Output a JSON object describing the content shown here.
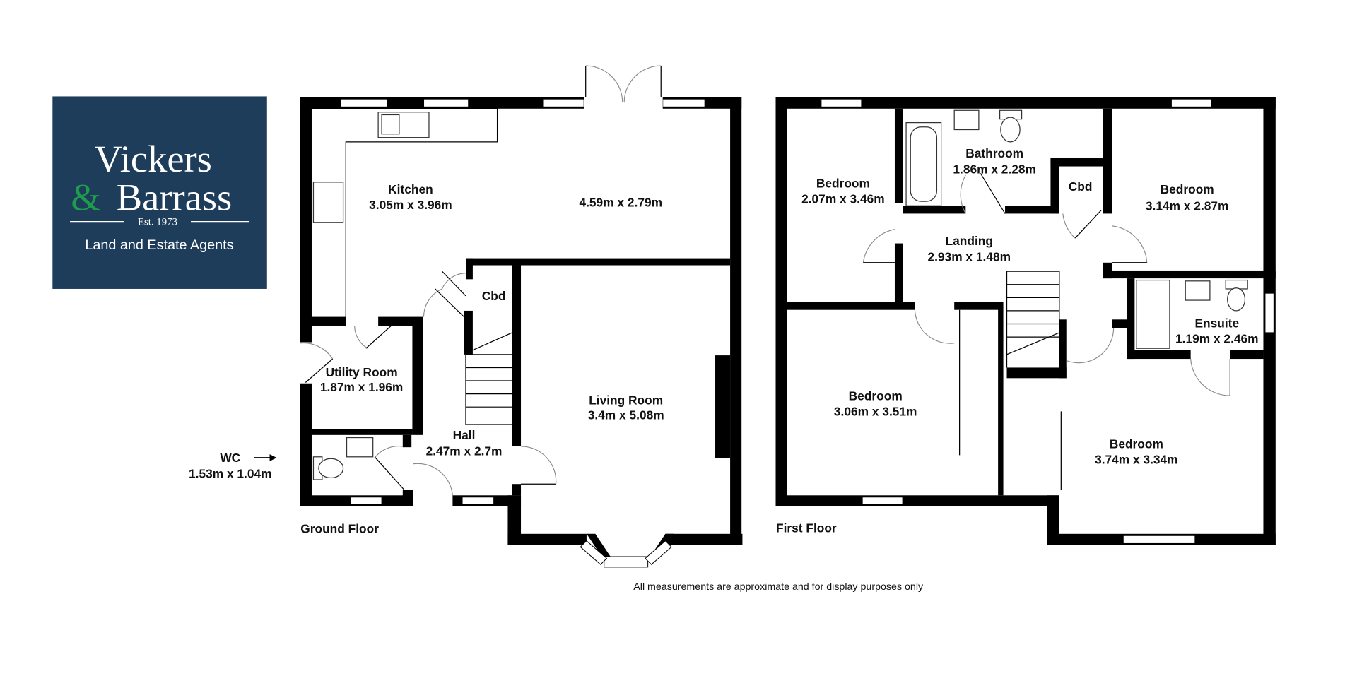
{
  "logo": {
    "line1": "Vickers",
    "ampersand": "&",
    "line2": "Barrass",
    "established": "Est. 1973",
    "tagline": "Land and Estate Agents",
    "background_color": "#1d3d5b",
    "accent_color": "#1e9b4c"
  },
  "ground_floor": {
    "title": "Ground Floor",
    "rooms": [
      {
        "name": "Kitchen",
        "size": "3.05m x 3.96m"
      },
      {
        "name": "",
        "size": "4.59m x 2.79m"
      },
      {
        "name": "Cbd",
        "size": ""
      },
      {
        "name": "Utility Room",
        "size": "1.87m x 1.96m"
      },
      {
        "name": "Hall",
        "size": "2.47m x 2.7m"
      },
      {
        "name": "Living Room",
        "size": "3.4m x 5.08m"
      },
      {
        "name": "WC",
        "size": "1.53m x 1.04m"
      }
    ]
  },
  "first_floor": {
    "title": "First Floor",
    "rooms": [
      {
        "name": "Bedroom",
        "size": "2.07m x 3.46m"
      },
      {
        "name": "Bathroom",
        "size": "1.86m x 2.28m"
      },
      {
        "name": "Cbd",
        "size": ""
      },
      {
        "name": "Bedroom",
        "size": "3.14m x 2.87m"
      },
      {
        "name": "Landing",
        "size": "2.93m x 1.48m"
      },
      {
        "name": "Ensuite",
        "size": "1.19m x 2.46m"
      },
      {
        "name": "Bedroom",
        "size": "3.06m x 3.51m"
      },
      {
        "name": "Bedroom",
        "size": "3.74m x 3.34m"
      }
    ]
  },
  "disclaimer": "All measurements are approximate and for display purposes only"
}
